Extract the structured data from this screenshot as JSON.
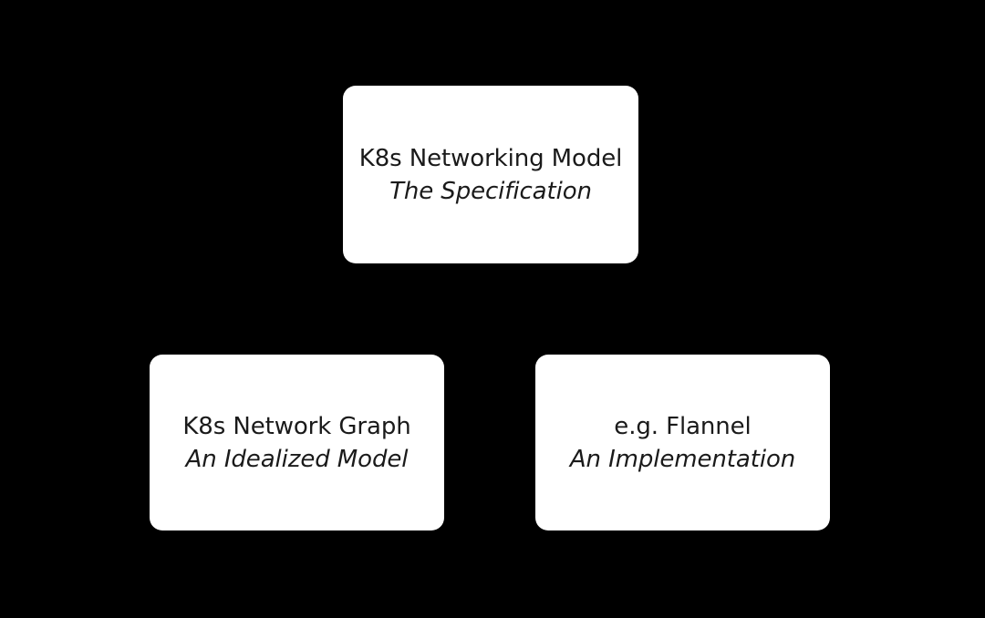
{
  "diagram": {
    "background_color": "#000000",
    "box_fill_color": "#ffffff",
    "text_color": "#1a1a1a",
    "nodes": [
      {
        "id": "spec",
        "title": "K8s Networking Model",
        "subtitle": "The Specification"
      },
      {
        "id": "graph",
        "title": "K8s Network Graph",
        "subtitle": "An Idealized Model"
      },
      {
        "id": "impl",
        "title": "e.g. Flannel",
        "subtitle": "An Implementation"
      }
    ]
  }
}
